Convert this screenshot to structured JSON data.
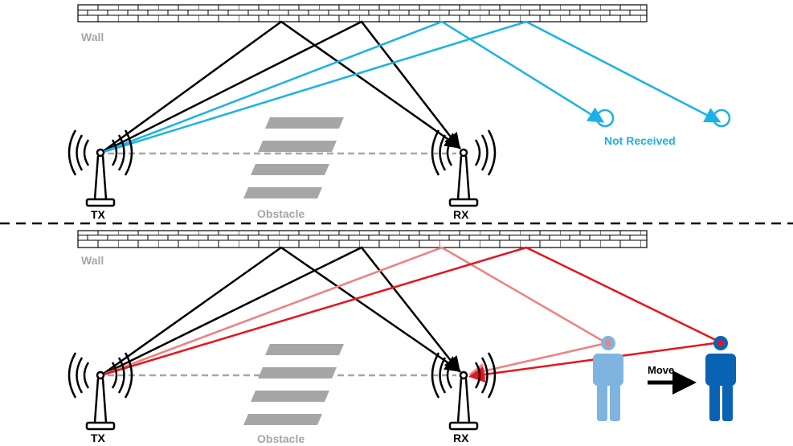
{
  "top_panel": {
    "wall_label": "Wall",
    "obstacle_label": "Obstacle",
    "tx_label": "TX",
    "rx_label": "RX",
    "not_received_label": "Not Received"
  },
  "bottom_panel": {
    "wall_label": "Wall",
    "obstacle_label": "Obstacle",
    "tx_label": "TX",
    "rx_label": "RX",
    "move_label": "Move"
  },
  "colors": {
    "reflected_path": "#000000",
    "missed_path": "#1ab2e6",
    "human_path_light": "#f08080",
    "human_path": "#e6141e",
    "person_light": "#7fb4e0",
    "person_dark": "#0a62b2",
    "obstacle": "#a6a6a6",
    "label_gray": "#a6a6a6",
    "line_of_sight": "#a6a6a6"
  }
}
